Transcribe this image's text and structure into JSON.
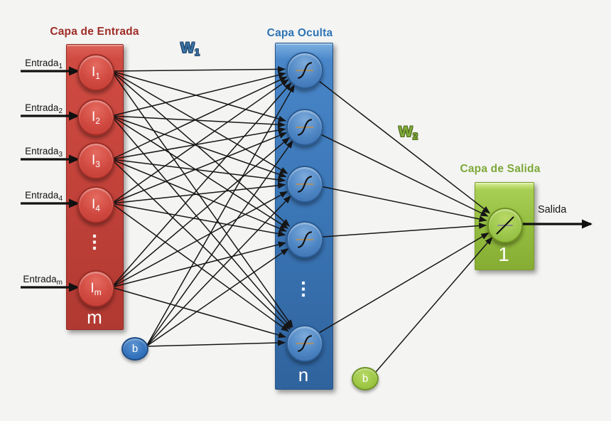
{
  "diagram": {
    "input_layer": {
      "title": "Capa de Entrada",
      "title_color": "#9e2d26",
      "fill_color": "#c2423a",
      "count_label": "m",
      "ellipsis": "⋮",
      "nodes": [
        {
          "base": "I",
          "sub": "1"
        },
        {
          "base": "I",
          "sub": "2"
        },
        {
          "base": "I",
          "sub": "3"
        },
        {
          "base": "I",
          "sub": "4"
        },
        {
          "base": "I",
          "sub": "m"
        }
      ],
      "inputs": [
        {
          "base": "Entrada",
          "sub": "1"
        },
        {
          "base": "Entrada",
          "sub": "2"
        },
        {
          "base": "Entrada",
          "sub": "3"
        },
        {
          "base": "Entrada",
          "sub": "4"
        },
        {
          "base": "Entrada",
          "sub": "m"
        }
      ]
    },
    "hidden_layer": {
      "title": "Capa Oculta",
      "title_color": "#2e74b5",
      "fill_color": "#3b76b6",
      "count_label": "n",
      "ellipsis": "⋮",
      "activation_icon": "sigmoid-curve-icon"
    },
    "output_layer": {
      "title": "Capa de Salida",
      "title_color": "#7ca938",
      "fill_color": "#93bc3f",
      "count_label": "1",
      "output_label": "Salida",
      "activation_icon": "linear-slope-icon"
    },
    "weights": {
      "w1": {
        "base": "W",
        "sub": "1",
        "color": "#3a74a8"
      },
      "w2": {
        "base": "W",
        "sub": "2",
        "color": "#7fae3a"
      }
    },
    "biases": {
      "hidden_bias_label": "b",
      "output_bias_label": "b"
    }
  }
}
